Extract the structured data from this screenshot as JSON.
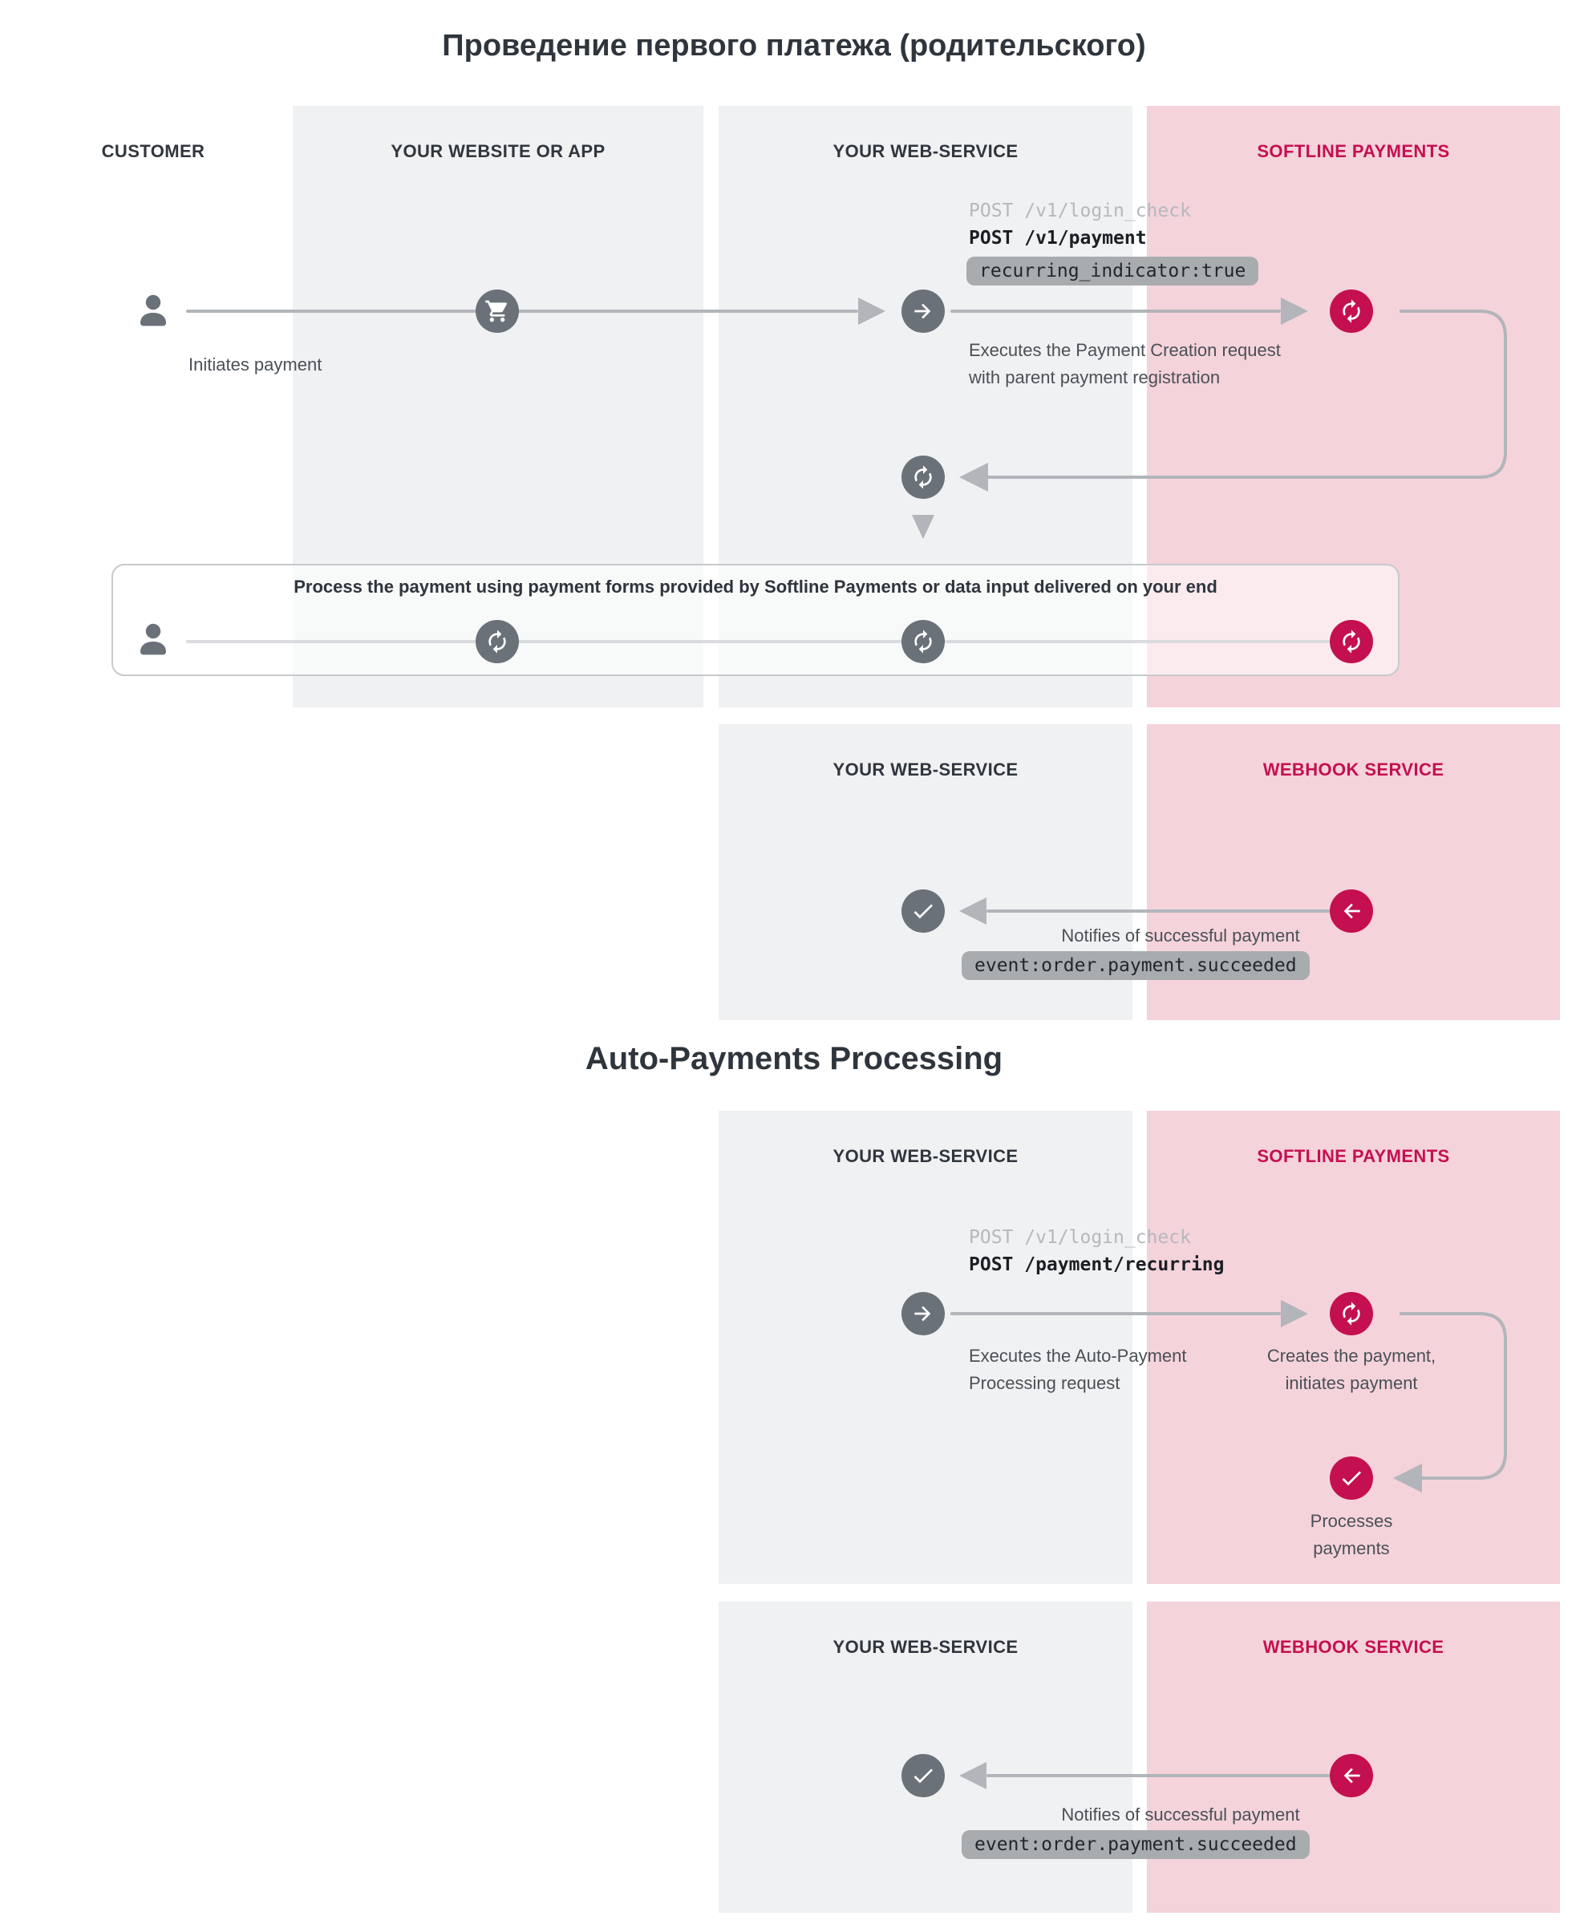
{
  "titles": {
    "first_payment": "Проведение первого платежа (родительского)",
    "auto_payments": "Auto-Payments Processing"
  },
  "lanes": {
    "customer": "CUSTOMER",
    "website": "YOUR WEBSITE OR APP",
    "web_service": "YOUR WEB-SERVICE",
    "softline": "SOFTLINE PAYMENTS",
    "webhook": "WEBHOOK SERVICE"
  },
  "section1": {
    "api_call_secondary": "POST /v1/login_check",
    "api_call_primary": "POST /v1/payment",
    "badge": "recurring_indicator:true",
    "customer_action": "Initiates payment",
    "request_note_line1": "Executes the Payment Creation request",
    "request_note_line2": "with parent payment registration",
    "process_box": "Process the payment using  payment forms provided by Softline Payments or data input delivered on your end"
  },
  "section2": {
    "note": "Notifies of successful payment",
    "badge": "event:order.payment.succeeded"
  },
  "section3": {
    "api_call_secondary": "POST /v1/login_check",
    "api_call_primary": "POST /payment/recurring",
    "request_note_line1": "Executes the Auto-Payment",
    "request_note_line2": "Processing request",
    "creates_note_line1": "Creates the payment,",
    "creates_note_line2": "initiates payment",
    "processes_note_line1": "Processes",
    "processes_note_line2": "payments"
  },
  "section4": {
    "note": "Notifies of successful payment",
    "badge": "event:order.payment.succeeded"
  },
  "icons": {
    "customer": "person-icon",
    "purchase": "cart-icon",
    "request": "arrow-right-icon",
    "recurring": "sync-icon",
    "success": "check-icon",
    "webhook_delivery": "arrow-left-icon",
    "flow_continues": "triangle-down-icon"
  },
  "colors": {
    "accent_crimson": "#c41050",
    "pink_panel": "#f5d3db",
    "gray_panel": "#f0f1f2",
    "slate_node": "#6b7178",
    "flow_line": "#b2b5ba",
    "badge_bg": "#a9acaf"
  }
}
